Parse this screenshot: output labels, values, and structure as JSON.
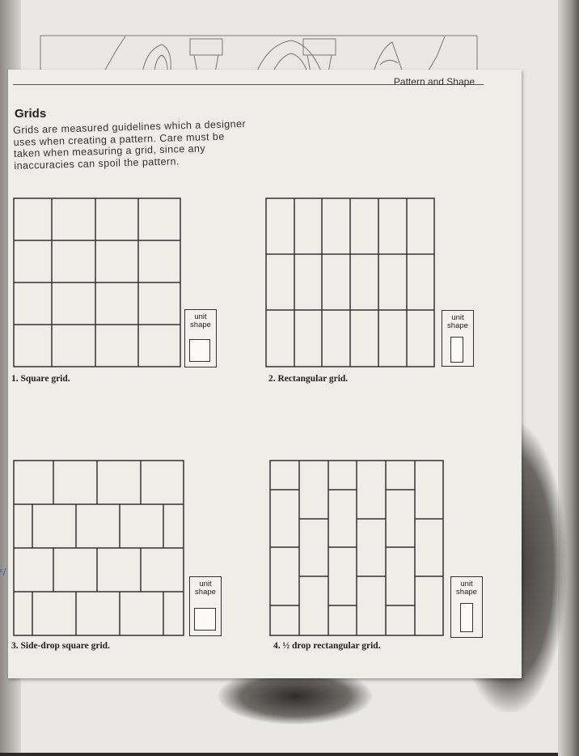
{
  "header": {
    "title": "Pattern and Shape"
  },
  "section": {
    "heading": "Grids",
    "body": "Grids are measured guidelines which a designer uses when creating a pattern. Care must be taken when measuring a grid, since any inaccuracies can spoil the pattern."
  },
  "unit_shape_label_line1": "unit",
  "unit_shape_label_line2": "shape",
  "figures": [
    {
      "caption": "1. Square grid.",
      "type": "square",
      "columns": 4,
      "rows": 4
    },
    {
      "caption": "2. Rectangular grid.",
      "type": "rectangular",
      "columns": 6,
      "rows": 3
    },
    {
      "caption": "3. Side-drop square grid.",
      "type": "side-drop-square",
      "columns": 4,
      "rows": 4
    },
    {
      "caption": "4. ½ drop rectangular grid.",
      "type": "half-drop-rectangular",
      "columns": 6,
      "rows": 3
    }
  ],
  "colors": {
    "ink": "#333333",
    "paper": "#efede8",
    "pen": "#2a3c9c"
  }
}
